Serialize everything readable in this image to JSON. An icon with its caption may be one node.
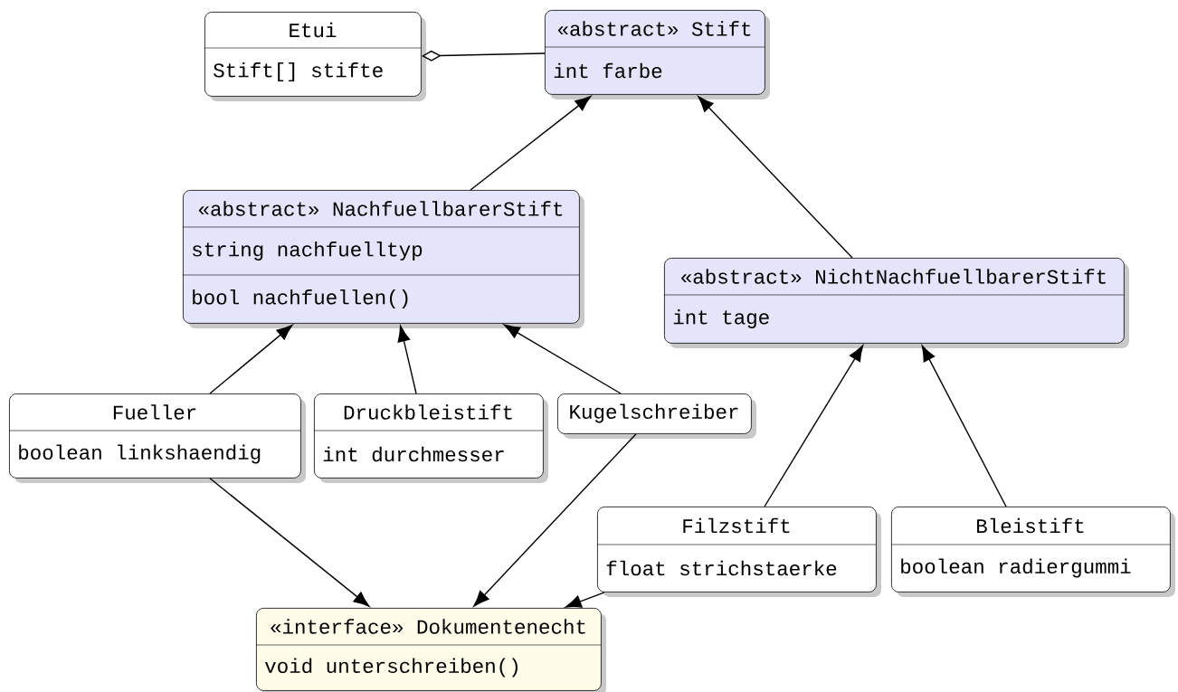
{
  "diagram": {
    "nodes": [
      {
        "text": [
          "Etui",
          "Stift[] stifte"
        ]
      },
      {
        "text": [
          "«abstract» Stift",
          "int farbe"
        ]
      },
      {
        "text": [
          "«abstract» NachfuellbarerStift",
          "string nachfuelltyp",
          "bool nachfuellen()"
        ]
      },
      {
        "text": [
          "«abstract» NichtNachfuellbarerStift",
          "int tage"
        ]
      },
      {
        "text": [
          "Fueller",
          "boolean linkshaendig"
        ]
      },
      {
        "text": [
          "Druckbleistift",
          "int durchmesser"
        ]
      },
      {
        "text": [
          "Kugelschreiber"
        ]
      },
      {
        "text": [
          "Filzstift",
          "float strichstaerke"
        ]
      },
      {
        "text": [
          "Bleistift",
          "boolean radiergummi"
        ]
      },
      {
        "text": [
          "«interface» Dokumentenecht",
          "void unterschreiben()"
        ]
      }
    ],
    "edges": [
      {
        "from": 0,
        "to": 1,
        "arrow": "other"
      },
      {
        "from": 2,
        "to": 1,
        "arrow": "to"
      },
      {
        "from": 3,
        "to": 1,
        "arrow": "to"
      },
      {
        "from": 4,
        "to": 2,
        "arrow": "to"
      },
      {
        "from": 5,
        "to": 2,
        "arrow": "to"
      },
      {
        "from": 6,
        "to": 2,
        "arrow": "to"
      },
      {
        "from": 7,
        "to": 3,
        "arrow": "to"
      },
      {
        "from": 8,
        "to": 3,
        "arrow": "to"
      },
      {
        "from": 4,
        "to": 9,
        "arrow": "to"
      },
      {
        "from": 6,
        "to": 9,
        "arrow": "to"
      },
      {
        "from": 7,
        "to": 9,
        "arrow": "to"
      }
    ]
  }
}
